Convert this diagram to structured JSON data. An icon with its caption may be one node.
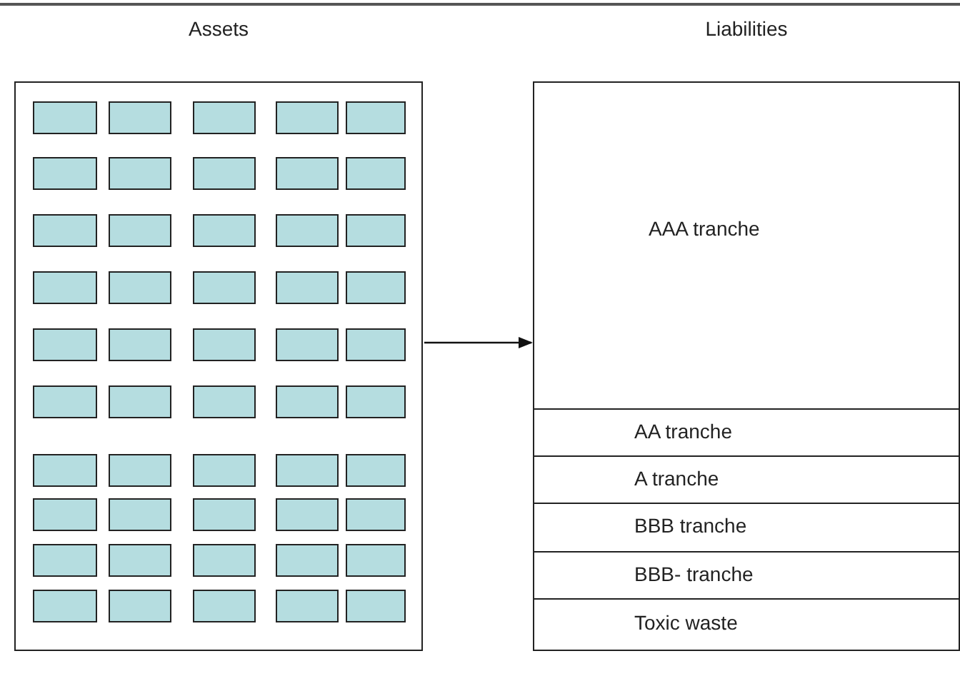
{
  "diagram": {
    "nodes": [
      {
        "text": [
          "Assets"
        ]
      },
      {
        "text": [],
        "shape": "box",
        "in": 0
      },
      {
        "text": [],
        "shape": "box",
        "in": 0
      },
      {
        "text": [],
        "shape": "box",
        "in": 0
      },
      {
        "text": [],
        "shape": "box",
        "in": 0
      },
      {
        "text": [],
        "shape": "box",
        "in": 0
      },
      {
        "text": [],
        "shape": "box",
        "in": 0
      },
      {
        "text": [],
        "shape": "box",
        "in": 0
      },
      {
        "text": [],
        "shape": "box",
        "in": 0
      },
      {
        "text": [],
        "shape": "box",
        "in": 0
      },
      {
        "text": [],
        "shape": "box",
        "in": 0
      },
      {
        "text": [],
        "shape": "box",
        "in": 0
      },
      {
        "text": [],
        "shape": "box",
        "in": 0
      },
      {
        "text": [],
        "shape": "box",
        "in": 0
      },
      {
        "text": [],
        "shape": "box",
        "in": 0
      },
      {
        "text": [],
        "shape": "box",
        "in": 0
      },
      {
        "text": [],
        "shape": "box",
        "in": 0
      },
      {
        "text": [],
        "shape": "box",
        "in": 0
      },
      {
        "text": [],
        "shape": "box",
        "in": 0
      },
      {
        "text": [],
        "shape": "box",
        "in": 0
      },
      {
        "text": [],
        "shape": "box",
        "in": 0
      },
      {
        "text": [],
        "shape": "box",
        "in": 0
      },
      {
        "text": [],
        "shape": "box",
        "in": 0
      },
      {
        "text": [],
        "shape": "box",
        "in": 0
      },
      {
        "text": [],
        "shape": "box",
        "in": 0
      },
      {
        "text": [],
        "shape": "box",
        "in": 0
      },
      {
        "text": [],
        "shape": "box",
        "in": 0
      },
      {
        "text": [],
        "shape": "box",
        "in": 0
      },
      {
        "text": [],
        "shape": "box",
        "in": 0
      },
      {
        "text": [],
        "shape": "box",
        "in": 0
      },
      {
        "text": [],
        "shape": "box",
        "in": 0
      },
      {
        "text": [],
        "shape": "box",
        "in": 0
      },
      {
        "text": [],
        "shape": "box",
        "in": 0
      },
      {
        "text": [],
        "shape": "box",
        "in": 0
      },
      {
        "text": [],
        "shape": "box",
        "in": 0
      },
      {
        "text": [],
        "shape": "box",
        "in": 0
      },
      {
        "text": [],
        "shape": "box",
        "in": 0
      },
      {
        "text": [],
        "shape": "box",
        "in": 0
      },
      {
        "text": [],
        "shape": "box",
        "in": 0
      },
      {
        "text": [],
        "shape": "box",
        "in": 0
      },
      {
        "text": [],
        "shape": "box",
        "in": 0
      },
      {
        "text": [],
        "shape": "box",
        "in": 0
      },
      {
        "text": [],
        "shape": "box",
        "in": 0
      },
      {
        "text": [],
        "shape": "box",
        "in": 0
      },
      {
        "text": [],
        "shape": "box",
        "in": 0
      },
      {
        "text": [],
        "shape": "box",
        "in": 0
      },
      {
        "text": [],
        "shape": "box",
        "in": 0
      },
      {
        "text": [],
        "shape": "box",
        "in": 0
      },
      {
        "text": [],
        "shape": "box",
        "in": 0
      },
      {
        "text": [],
        "shape": "box",
        "in": 0
      },
      {
        "text": [],
        "shape": "box",
        "in": 0
      },
      {
        "text": [
          "Liabilities"
        ]
      },
      {
        "text": [
          "AAA tranche"
        ],
        "in": 51
      },
      {
        "text": [
          "AA tranche"
        ],
        "in": 51
      },
      {
        "text": [
          "A tranche"
        ],
        "in": 51
      },
      {
        "text": [
          "BBB tranche"
        ],
        "in": 51
      },
      {
        "text": [
          "BBB- tranche"
        ],
        "in": 51
      },
      {
        "text": [
          "Toxic waste"
        ],
        "in": 51
      }
    ],
    "edges": [
      {
        "from": 0,
        "to": 51,
        "arrow": "to"
      }
    ]
  }
}
